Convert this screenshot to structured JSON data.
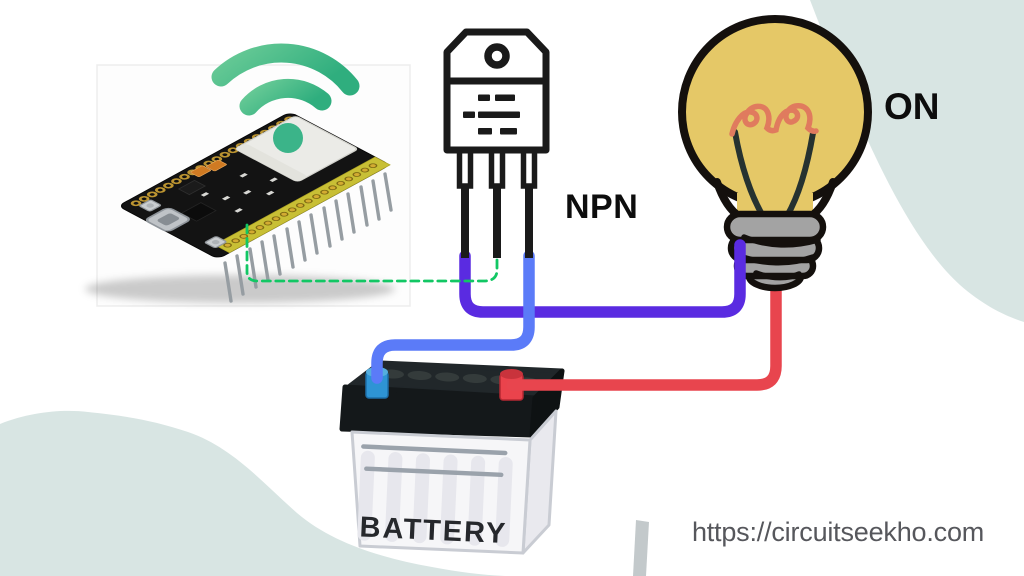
{
  "title": "ESP32 NPN transistor light bulb switching circuit",
  "labels": {
    "transistor": "NPN",
    "bulb_state": "ON",
    "battery": "BATTERY",
    "website": "https://circuitseekho.com"
  },
  "components": [
    {
      "name": "esp32-dev-board",
      "description": "ESP32 development board photo with WiFi signal icon"
    },
    {
      "name": "wifi-signal",
      "description": "green WiFi arcs with dot over ESP32 module"
    },
    {
      "name": "npn-transistor",
      "description": "TO-220 package transistor outline icon, label NPN"
    },
    {
      "name": "light-bulb",
      "description": "yellow glowing bulb with coral filament, state ON"
    },
    {
      "name": "battery",
      "description": "car battery clipart with blue negative and red positive terminals, label BATTERY"
    }
  ],
  "wires": [
    {
      "name": "base-wire",
      "from": "esp32 GPIO pin",
      "to": "transistor middle leg",
      "color": "#12c764",
      "style": "dashed"
    },
    {
      "name": "collector-wire",
      "from": "transistor left leg",
      "to": "bulb screw cap",
      "color": "#5a2be1",
      "style": "solid"
    },
    {
      "name": "emitter-wire",
      "from": "transistor right leg",
      "to": "battery negative terminal",
      "color": "#5b7bf8",
      "style": "solid"
    },
    {
      "name": "positive-wire",
      "from": "battery positive terminal",
      "to": "bulb cap tip",
      "color": "#e8454e",
      "style": "solid"
    }
  ],
  "colors": {
    "background": "#ffffff",
    "blob_teal": "#d8e5e3",
    "bulb_yellow": "#e5c867",
    "filament_coral": "#e07b5e",
    "cap_gray": "#a3a3a3",
    "wifi_green": "#4dbd8c",
    "battery_lid": "#1b201f",
    "terminal_blue": "#2e94d4",
    "terminal_red": "#ea434c",
    "outline_black": "#14100d"
  }
}
